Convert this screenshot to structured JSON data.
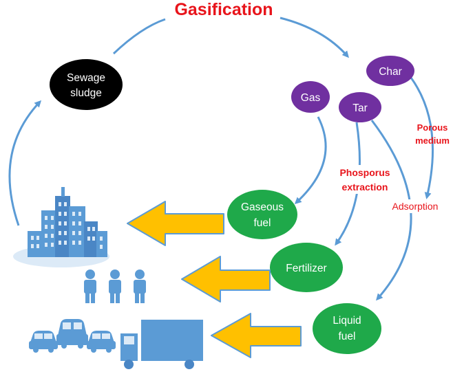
{
  "title": "Gasification",
  "nodes": {
    "sewage_sludge": [
      "Sewage",
      "sludge"
    ],
    "char": "Char",
    "gas": "Gas",
    "tar": "Tar",
    "gaseous_fuel": [
      "Gaseous",
      "fuel"
    ],
    "fertilizer": "Fertilizer",
    "liquid_fuel": [
      "Liquid",
      "fuel"
    ]
  },
  "labels": {
    "porous_medium": [
      "Porous",
      "medium"
    ],
    "phosphorus_extraction": [
      "Phosporus",
      "extraction"
    ],
    "adsorption": "Adsorption"
  },
  "colors": {
    "title": "#e8141b",
    "label_red": "#e8141b",
    "arrow_blue": "#5b9bd5",
    "node_black": "#000000",
    "node_purple": "#7030a0",
    "node_green": "#1fa94a",
    "big_arrow_fill": "#ffc000",
    "big_arrow_stroke": "#5b9bd5",
    "icon_blue": "#5b9bd5",
    "icon_light": "#dceaf7"
  },
  "icons": [
    "city-buildings-icon",
    "people-icon",
    "cars-icon",
    "truck-icon"
  ]
}
